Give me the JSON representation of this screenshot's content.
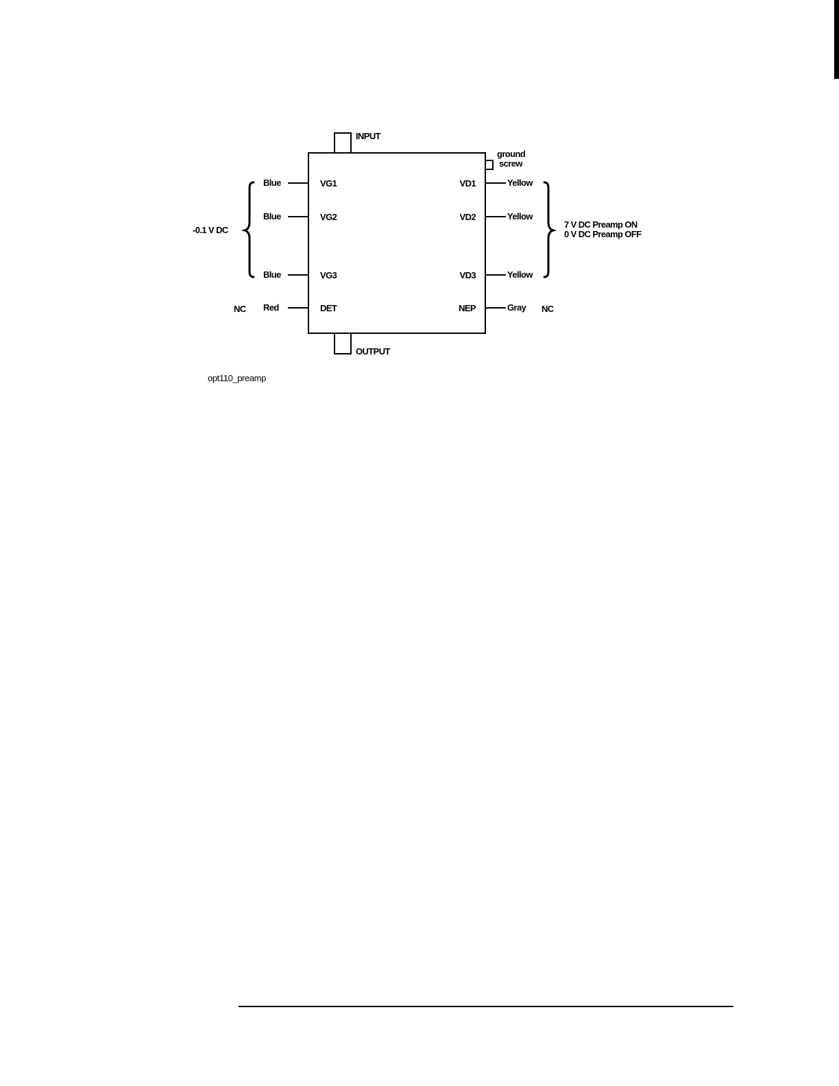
{
  "diagram": {
    "ports": {
      "input": "INPUT",
      "output": "OUTPUT",
      "ground_line1": "ground",
      "ground_line2": "screw"
    },
    "left_pins": [
      {
        "pin": "VG1",
        "wire": "Blue"
      },
      {
        "pin": "VG2",
        "wire": "Blue"
      },
      {
        "pin": "VG3",
        "wire": "Blue"
      },
      {
        "pin": "DET",
        "wire": "Red",
        "note": "NC"
      }
    ],
    "right_pins": [
      {
        "pin": "VD1",
        "wire": "Yellow"
      },
      {
        "pin": "VD2",
        "wire": "Yellow"
      },
      {
        "pin": "VD3",
        "wire": "Yellow"
      },
      {
        "pin": "NEP",
        "wire": "Gray",
        "note": "NC"
      }
    ],
    "left_bracket_label": "-0.1 V DC",
    "right_bracket_label_line1": "7 V DC Preamp ON",
    "right_bracket_label_line2": "0 V DC Preamp OFF",
    "caption": "opt110_preamp"
  }
}
